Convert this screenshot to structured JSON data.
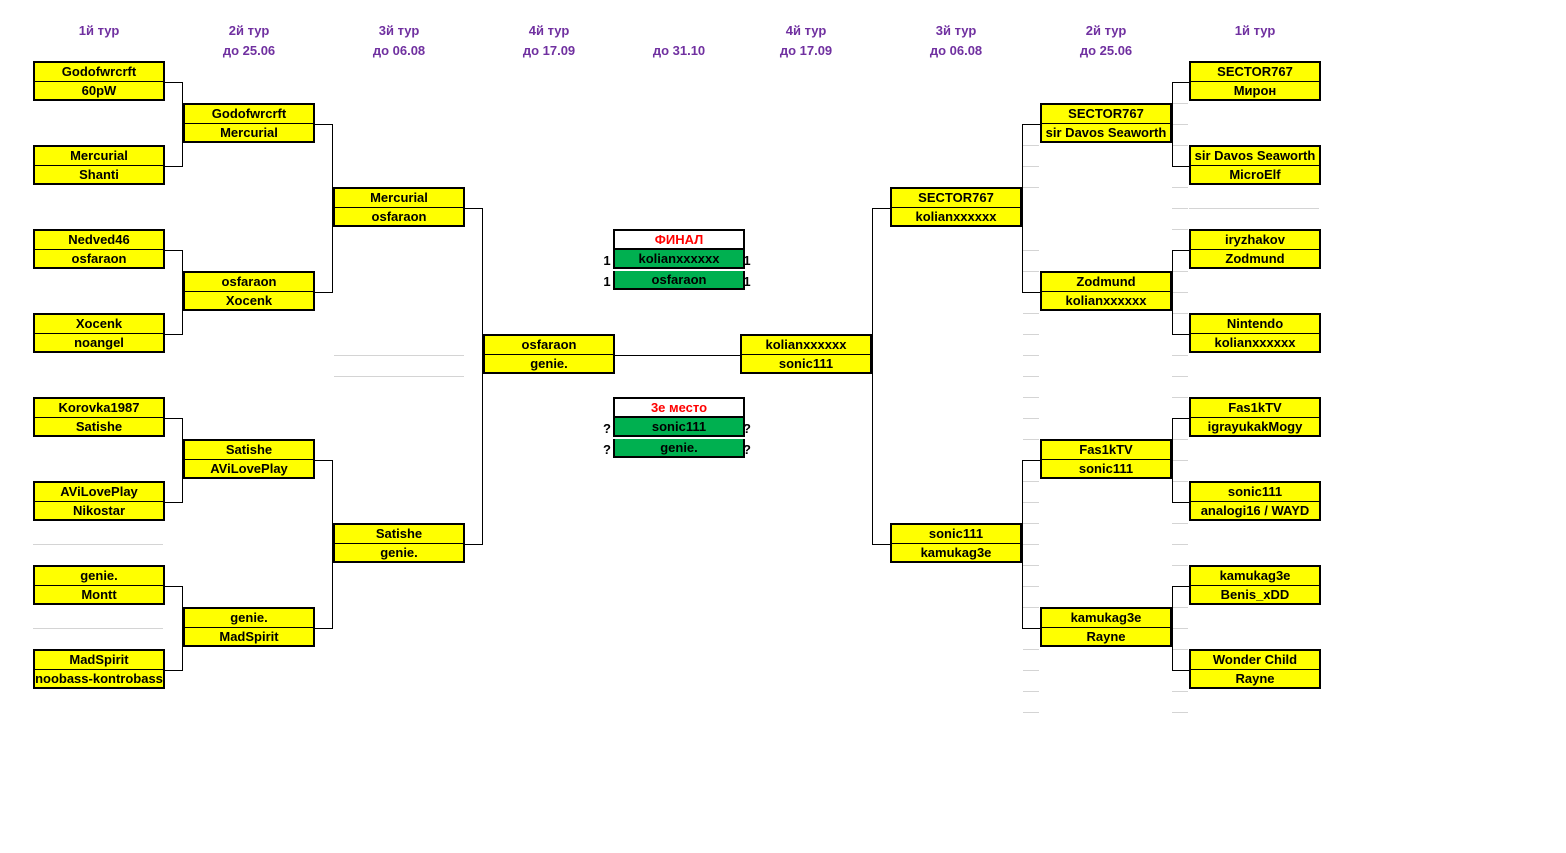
{
  "headers": {
    "left": [
      {
        "round": "1й тур",
        "date": ""
      },
      {
        "round": "2й тур",
        "date": "до 25.06"
      },
      {
        "round": "3й тур",
        "date": "до 06.08"
      },
      {
        "round": "4й тур",
        "date": "до 17.09"
      }
    ],
    "center": {
      "round": "",
      "date": "до 31.10"
    },
    "right": [
      {
        "round": "4й тур",
        "date": "до 17.09"
      },
      {
        "round": "3й тур",
        "date": "до 06.08"
      },
      {
        "round": "2й тур",
        "date": "до 25.06"
      },
      {
        "round": "1й тур",
        "date": ""
      }
    ]
  },
  "left": {
    "r1": [
      [
        "Godofwrcrft",
        "60pW"
      ],
      [
        "Mercurial",
        "Shanti"
      ],
      [
        "Nedved46",
        "osfaraon"
      ],
      [
        "Xocenk",
        "noangel"
      ],
      [
        "Korovka1987",
        "Satishe"
      ],
      [
        "AViLovePlay",
        "Nikostar"
      ],
      [
        "genie.",
        "Montt"
      ],
      [
        "MadSpirit",
        "noobass-kontrobass"
      ]
    ],
    "r2": [
      [
        "Godofwrcrft",
        "Mercurial"
      ],
      [
        "osfaraon",
        "Xocenk"
      ],
      [
        "Satishe",
        "AViLovePlay"
      ],
      [
        "genie.",
        "MadSpirit"
      ]
    ],
    "r3": [
      [
        "Mercurial",
        "osfaraon"
      ],
      [
        "Satishe",
        "genie."
      ]
    ],
    "r4": [
      [
        "osfaraon",
        "genie."
      ]
    ]
  },
  "right": {
    "r1": [
      [
        "SECTOR767",
        "Мирон"
      ],
      [
        "sir Davos Seaworth",
        "MicroElf"
      ],
      [
        "iryzhakov",
        "Zodmund"
      ],
      [
        "Nintendo",
        "kolianxxxxxx"
      ],
      [
        "Fas1kTV",
        "igrayukakMogy"
      ],
      [
        "sonic111",
        "analogi16 / WAYD"
      ],
      [
        "kamukag3e",
        "Benis_xDD"
      ],
      [
        "Wonder Child",
        "Rayne"
      ]
    ],
    "r2": [
      [
        "SECTOR767",
        "sir Davos Seaworth"
      ],
      [
        "Zodmund",
        "kolianxxxxxx"
      ],
      [
        "Fas1kTV",
        "sonic111"
      ],
      [
        "kamukag3e",
        "Rayne"
      ]
    ],
    "r3": [
      [
        "SECTOR767",
        "kolianxxxxxx"
      ],
      [
        "sonic111",
        "kamukag3e"
      ]
    ],
    "r4": [
      [
        "kolianxxxxxx",
        "sonic111"
      ]
    ]
  },
  "final": {
    "title": "ФИНАЛ",
    "players": [
      {
        "name": "kolianxxxxxx",
        "score_left": "1",
        "score_right": "1"
      },
      {
        "name": "osfaraon",
        "score_left": "1",
        "score_right": "1"
      }
    ]
  },
  "third": {
    "title": "3е место",
    "players": [
      {
        "name": "sonic111",
        "score_left": "?",
        "score_right": "?"
      },
      {
        "name": "genie.",
        "score_left": "?",
        "score_right": "?"
      }
    ]
  }
}
